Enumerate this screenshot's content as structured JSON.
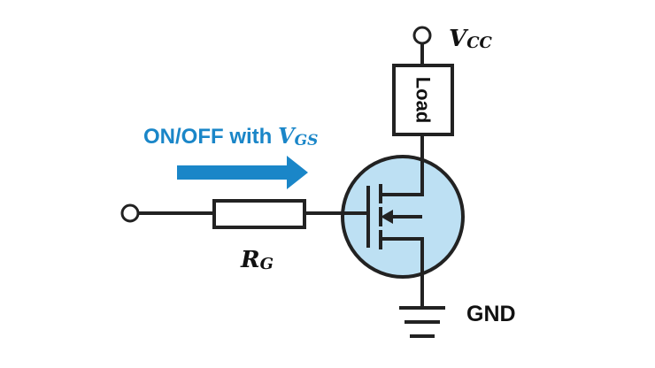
{
  "labels": {
    "vcc_main": "V",
    "vcc_sub": "CC",
    "load": "Load",
    "on_off_text": "ON/OFF with ",
    "vgs_main": "V",
    "vgs_sub": "GS",
    "rg_main": "R",
    "rg_sub": "G",
    "gnd": "GND"
  },
  "colors": {
    "line": "#222222",
    "accent": "#1a86c8",
    "mosfet_fill": "#bde0f3",
    "background": "#ffffff"
  },
  "icons": {
    "arrow": "right-arrow-icon",
    "ground": "ground-icon",
    "terminal": "terminal-circle-icon"
  }
}
